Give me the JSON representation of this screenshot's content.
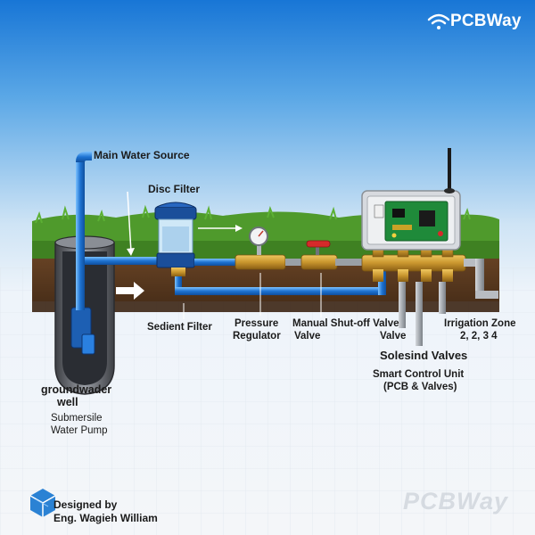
{
  "brand": {
    "name": "PCBWay",
    "watermark": "PCBWay",
    "colors": {
      "primary_blue": "#1e73d2",
      "valve_red": "#d62a2a",
      "brass": "#c9962e",
      "grass": "#4f9a2c",
      "soil": "#5e3c22"
    }
  },
  "labels": {
    "main_water_source": "Main Water Source",
    "disc_filter": "Disc Filter",
    "sediment_filter": "Sedient Filter",
    "pressure_regulator_l1": "Pressure",
    "pressure_regulator_l2": "Regulator",
    "manual_valve_l1": "Manual Shut-off Valve",
    "manual_valve_l2": "Valve",
    "valve_extra": "Valve",
    "irrigation_l1": "Irrigation Zone",
    "irrigation_l2": "2, 2, 3 4",
    "solenoid_valves": "Solesind Valves",
    "smart_unit_l1": "Smart Control Unit",
    "smart_unit_l2": "(PCB & Valves)",
    "well_l1": "groundwader",
    "well_l2": "well",
    "pump_l1": "Submersile",
    "pump_l2": "Water Pump"
  },
  "credits": {
    "line1": "Designed by",
    "line2": "Eng. Wagieh William"
  },
  "icons": [
    "wifi-icon",
    "cube-logo-icon",
    "flow-arrow-icon",
    "pressure-gauge-icon",
    "antenna-icon"
  ]
}
